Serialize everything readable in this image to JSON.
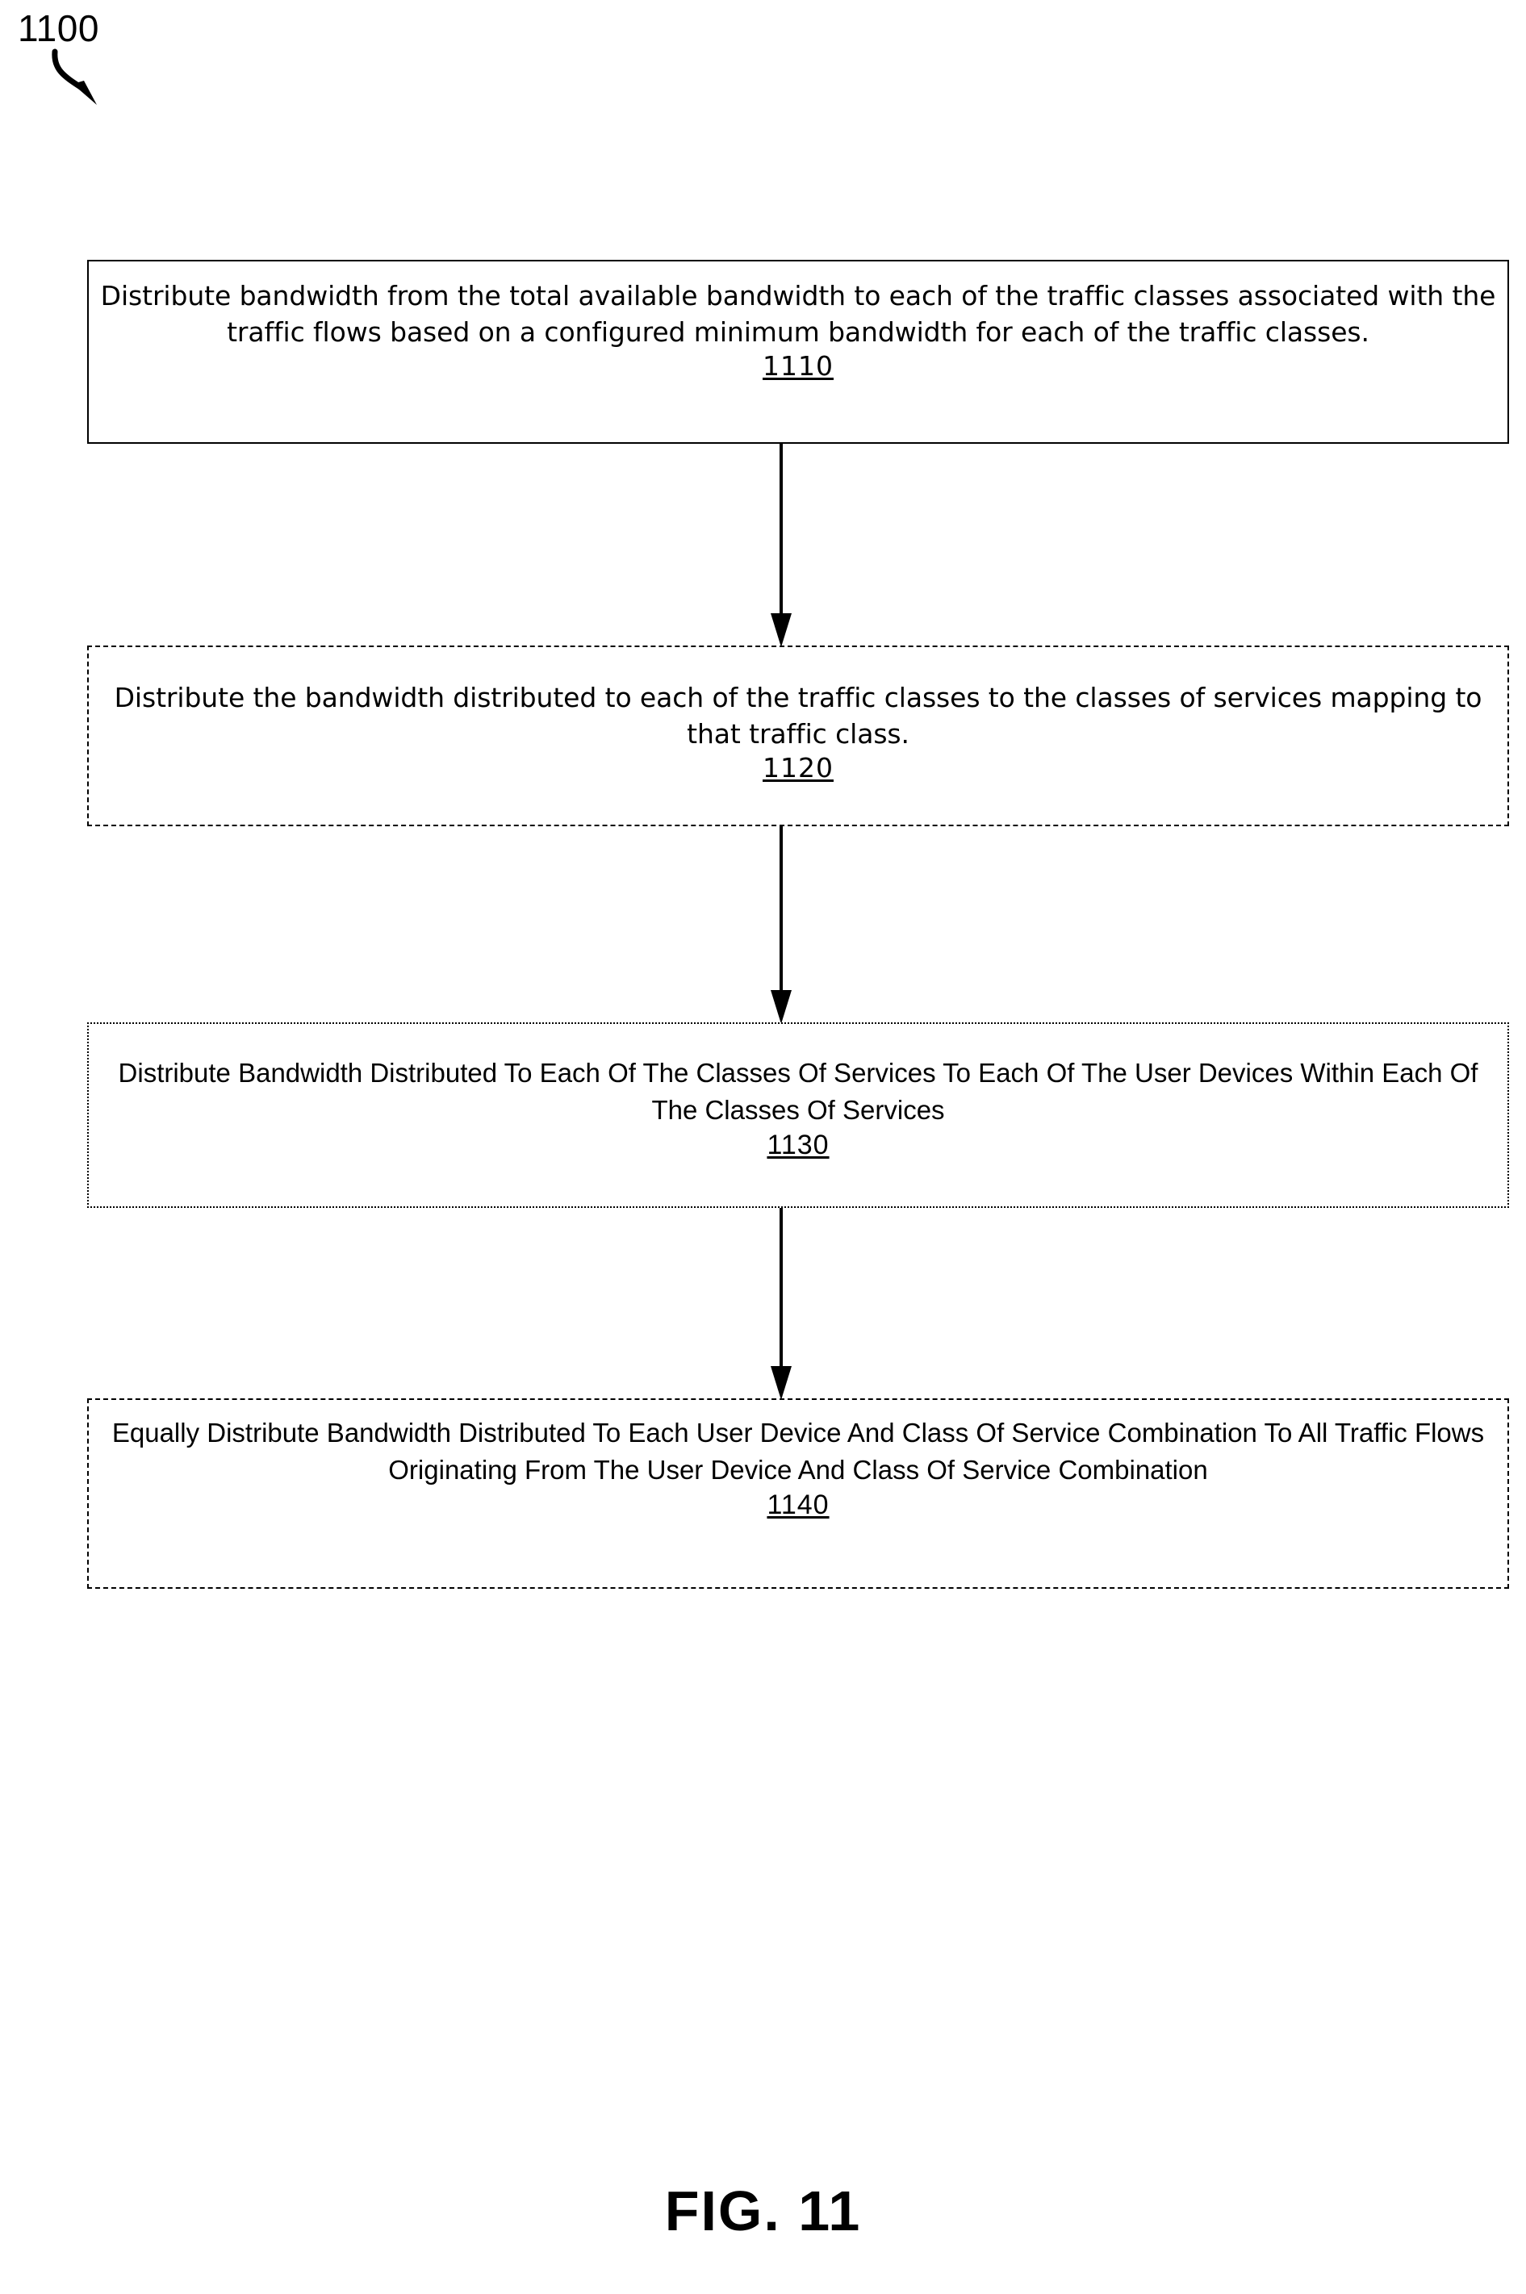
{
  "figure": {
    "reference_number": "1100",
    "caption": "FIG. 11",
    "ink_color": "#000000",
    "background_color": "#ffffff"
  },
  "flowchart": {
    "type": "vertical-process-flow",
    "steps": [
      {
        "id": "1110",
        "text": "Distribute bandwidth from the total available bandwidth to each of the traffic classes associated with the traffic flows based on a configured minimum bandwidth for each of the traffic classes.",
        "number_label": "1110",
        "border_style": "solid",
        "text_case": "sentence"
      },
      {
        "id": "1120",
        "text": "Distribute the bandwidth distributed to each of the traffic classes to the classes of services mapping to that traffic class.",
        "number_label": "1120",
        "border_style": "dashed",
        "text_case": "sentence"
      },
      {
        "id": "1130",
        "text": "Distribute Bandwidth Distributed To Each Of The Classes Of Services To Each Of The User Devices Within Each Of The Classes Of Services",
        "number_label": "1130",
        "border_style": "dotted",
        "text_case": "title"
      },
      {
        "id": "1140",
        "text": "Equally Distribute Bandwidth Distributed To Each User Device And Class Of Service Combination To All Traffic Flows Originating From The User Device And Class Of Service Combination",
        "number_label": "1140",
        "border_style": "dashed",
        "text_case": "title"
      }
    ],
    "connectors": [
      {
        "from": "1110",
        "to": "1120",
        "direction": "down",
        "arrowhead": "filled-triangle"
      },
      {
        "from": "1120",
        "to": "1130",
        "direction": "down",
        "arrowhead": "filled-triangle"
      },
      {
        "from": "1130",
        "to": "1140",
        "direction": "down",
        "arrowhead": "filled-triangle"
      }
    ]
  }
}
